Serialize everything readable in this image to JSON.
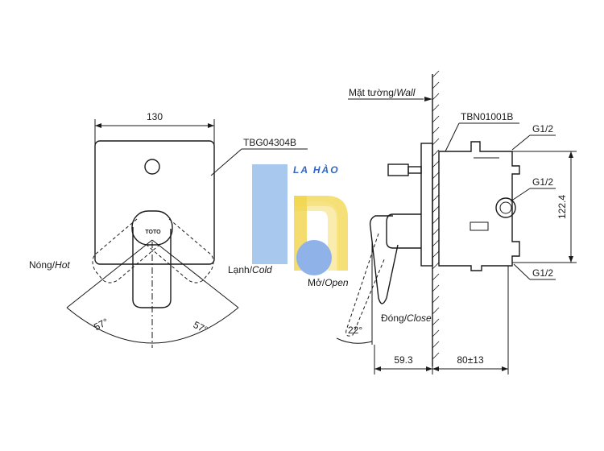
{
  "front_view": {
    "width_dim": "130",
    "plate_model": "TBG04304B",
    "brand": "TOTO",
    "hot_label": "Nóng/",
    "hot_label_en": "Hot",
    "cold_label": "Lạnh/",
    "cold_label_en": "Cold",
    "angle_left": "57°",
    "angle_right": "57°"
  },
  "side_view": {
    "wall_label": "Mặt tường/",
    "wall_label_en": "Wall",
    "body_model": "TBN01001B",
    "port_top": "G1/2",
    "port_mid": "G1/2",
    "port_bottom": "G1/2",
    "height_dim": "122.4",
    "open_label": "Mở/",
    "open_label_en": "Open",
    "close_label": "Đóng/",
    "close_label_en": "Close",
    "angle": "22°",
    "depth_front": "59.3",
    "depth_back": "80±13"
  },
  "watermark": {
    "text": "LA HÀO",
    "colors": {
      "blue": "#2f66c9",
      "light_blue": "#a9c8ee",
      "yellow": "#f1d44a"
    }
  }
}
